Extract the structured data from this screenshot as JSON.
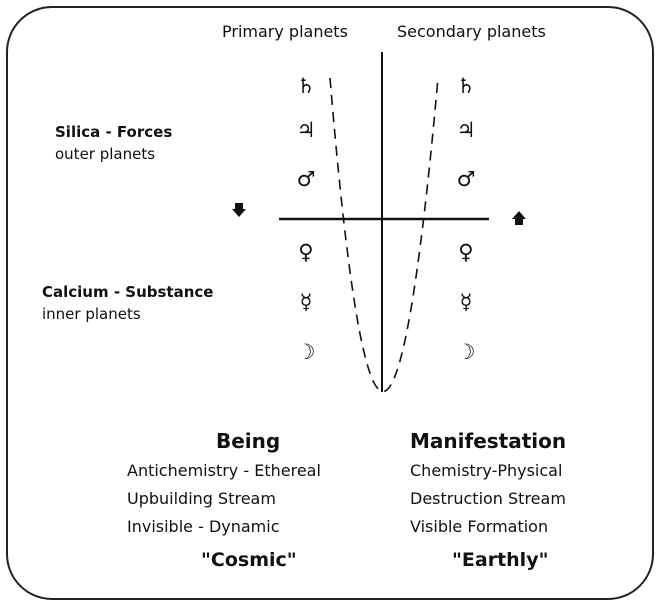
{
  "headers": {
    "primary": "Primary planets",
    "secondary": "Secondary planets"
  },
  "left_labels": {
    "silica_title": "Silica - Forces",
    "silica_sub": "outer planets",
    "calcium_title": "Calcium - Substance",
    "calcium_sub": "inner planets"
  },
  "planet_symbols": {
    "outer": [
      "♄",
      "♃",
      "♂"
    ],
    "inner": [
      "♀",
      "☿",
      "☽"
    ]
  },
  "icons": {
    "down_arrow": "arrow-down-icon",
    "up_arrow": "arrow-up-icon"
  },
  "being": {
    "title": "Being",
    "lines": [
      "Antichemistry - Ethereal",
      "Upbuilding Stream",
      "Invisible - Dynamic"
    ],
    "quote": "\"Cosmic\""
  },
  "manifestation": {
    "title": "Manifestation",
    "lines": [
      "Chemistry-Physical",
      "Destruction Stream",
      "Visible Formation"
    ],
    "quote": "\"Earthly\""
  }
}
